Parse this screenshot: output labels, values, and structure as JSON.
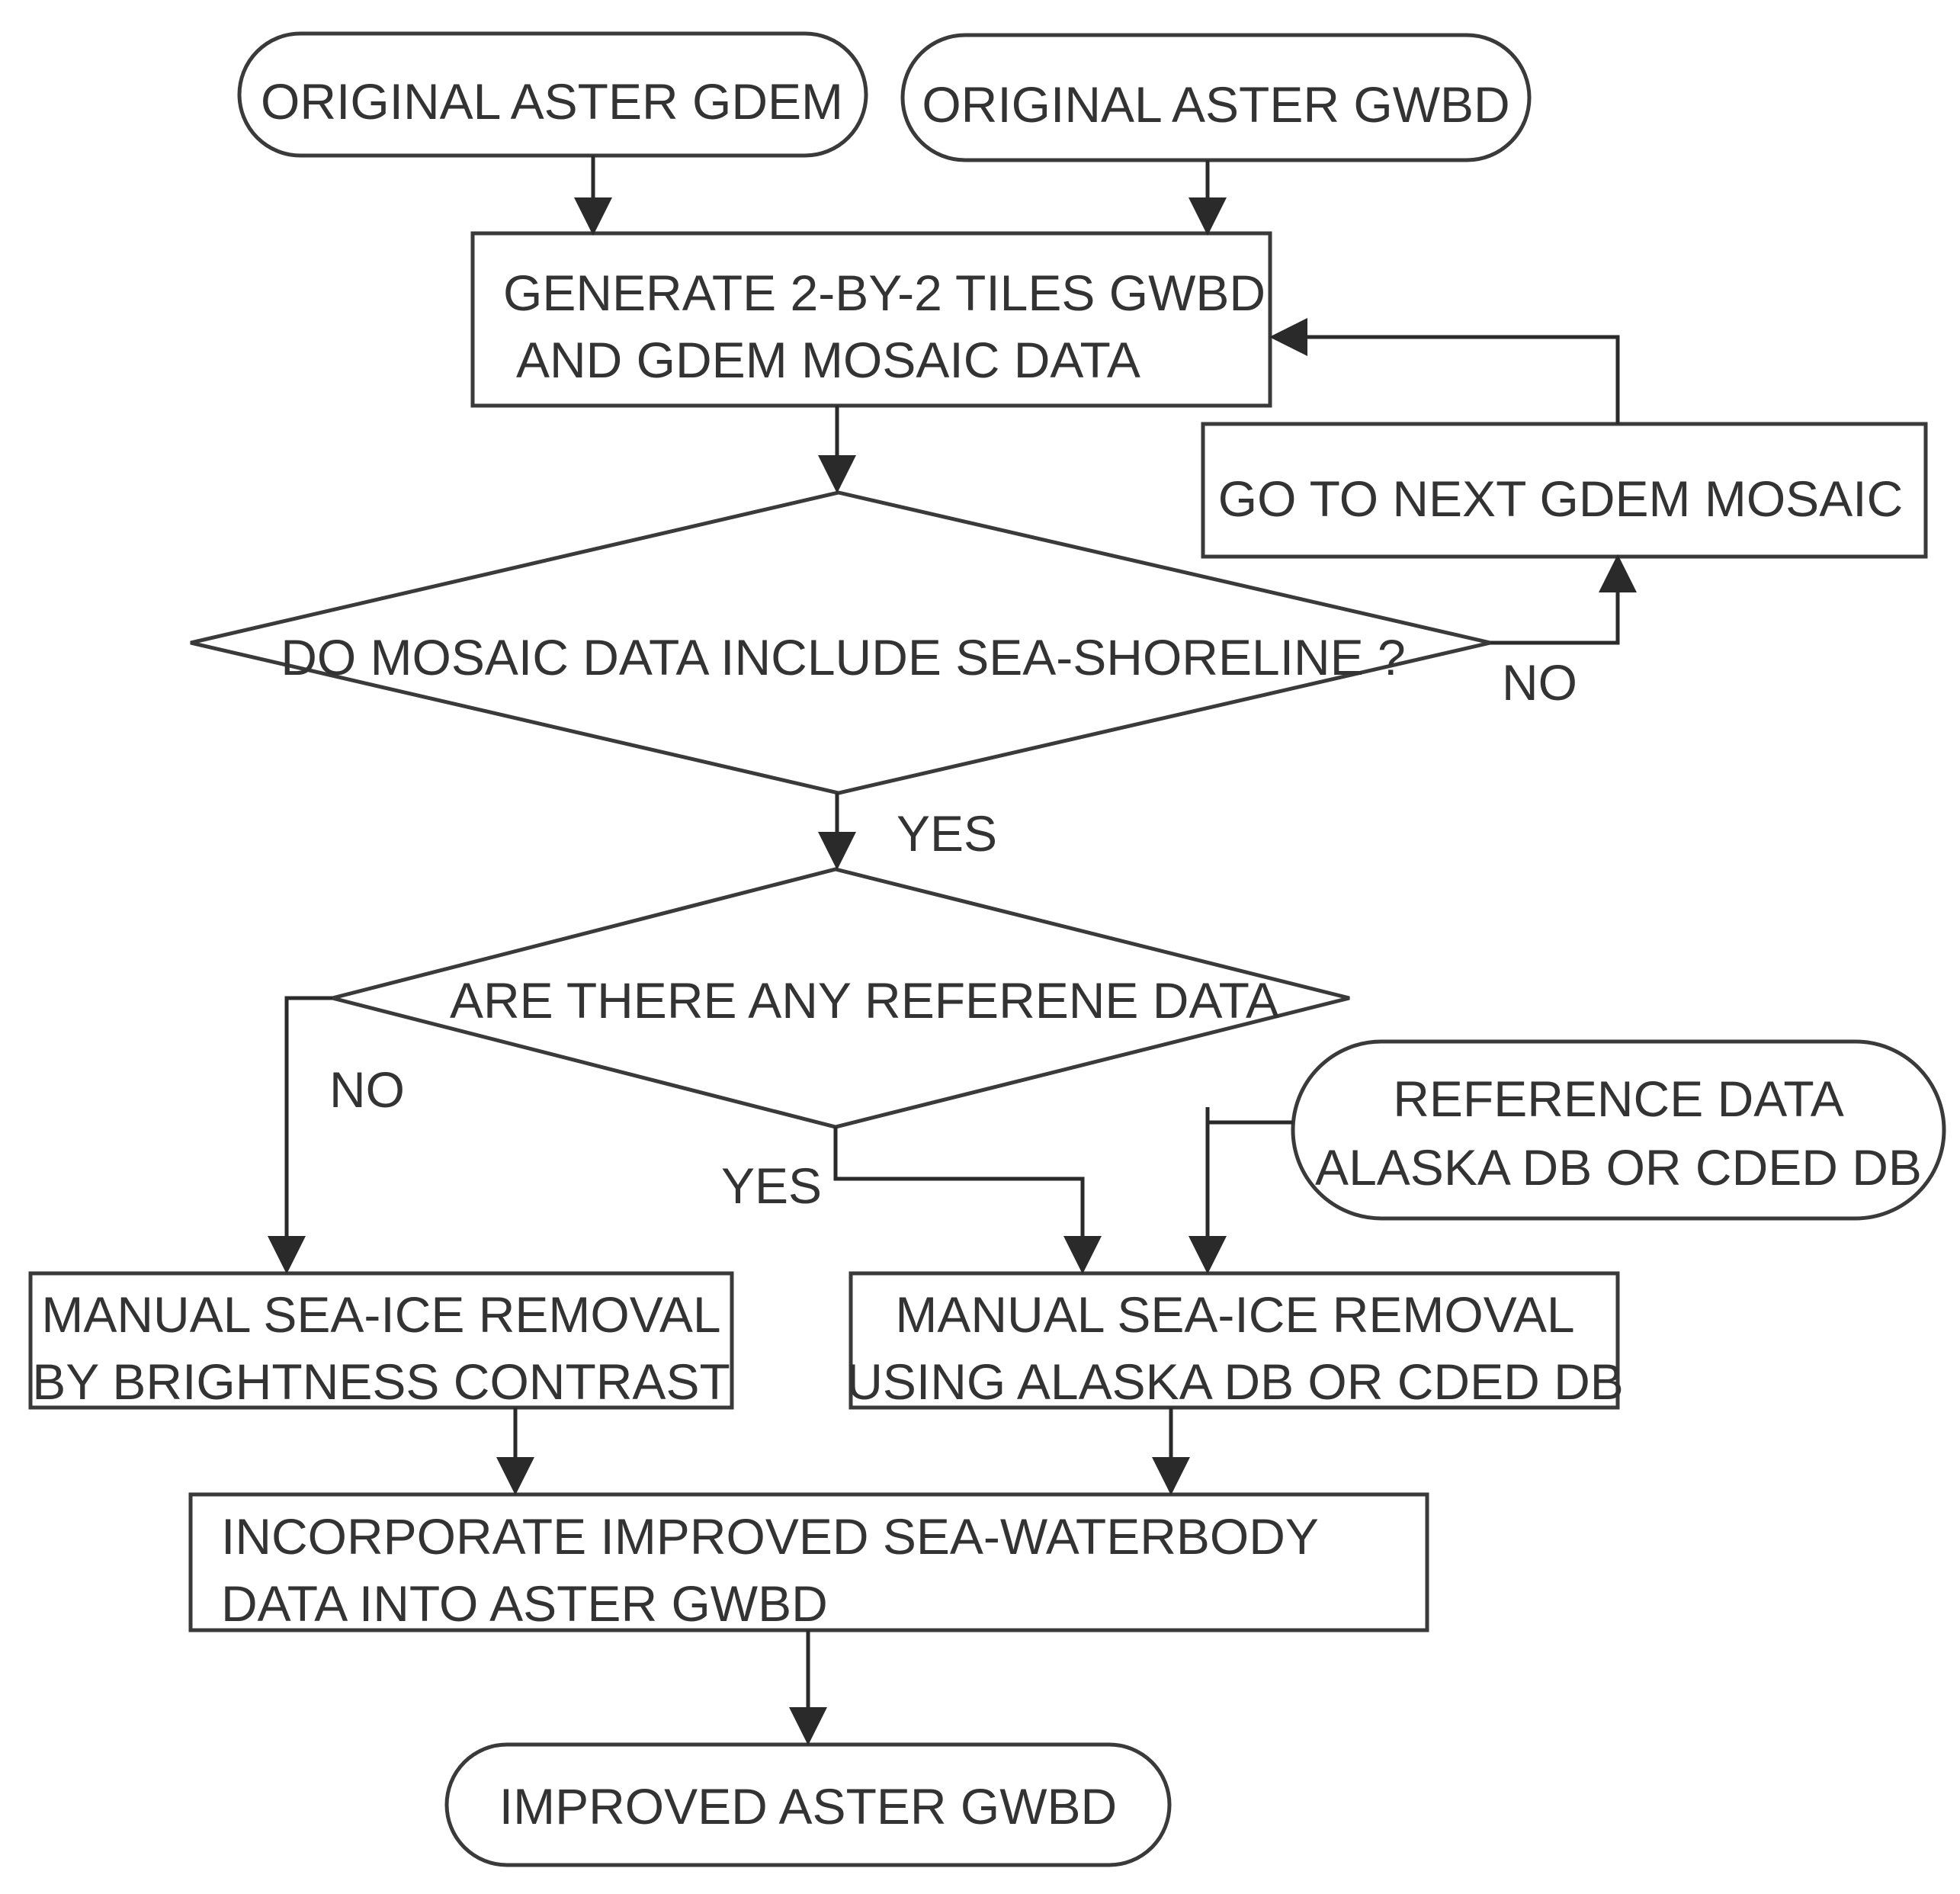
{
  "nodes": {
    "gdem": {
      "lines": [
        "ORIGINAL ASTER GDEM"
      ]
    },
    "gwbd": {
      "lines": [
        "ORIGINAL ASTER GWBD"
      ]
    },
    "generate": {
      "lines": [
        "GENERATE 2-BY-2 TILES GWBD",
        "AND GDEM MOSAIC DATA"
      ]
    },
    "next_mosaic": {
      "lines": [
        "GO TO NEXT GDEM MOSAIC"
      ]
    },
    "decision_shoreline": {
      "lines": [
        "DO MOSAIC DATA INCLUDE SEA-SHORELINE ?"
      ]
    },
    "decision_reference": {
      "lines": [
        "ARE THERE ANY REFERENE DATA"
      ]
    },
    "reference_data": {
      "lines": [
        "REFERENCE DATA",
        "ALASKA DB OR CDED DB"
      ]
    },
    "manual_brightness": {
      "lines": [
        "MANUAL SEA-ICE REMOVAL",
        "BY BRIGHTNESS CONTRAST"
      ]
    },
    "manual_reference": {
      "lines": [
        "MANUAL SEA-ICE REMOVAL",
        "USING ALASKA DB OR CDED DB"
      ]
    },
    "incorporate": {
      "lines": [
        "INCORPORATE IMPROVED SEA-WATERBODY",
        "DATA INTO ASTER GWBD"
      ]
    },
    "improved": {
      "lines": [
        "IMPROVED ASTER GWBD"
      ]
    }
  },
  "edge_labels": {
    "shoreline_no": "NO",
    "shoreline_yes": "YES",
    "reference_no": "NO",
    "reference_yes": "YES"
  }
}
